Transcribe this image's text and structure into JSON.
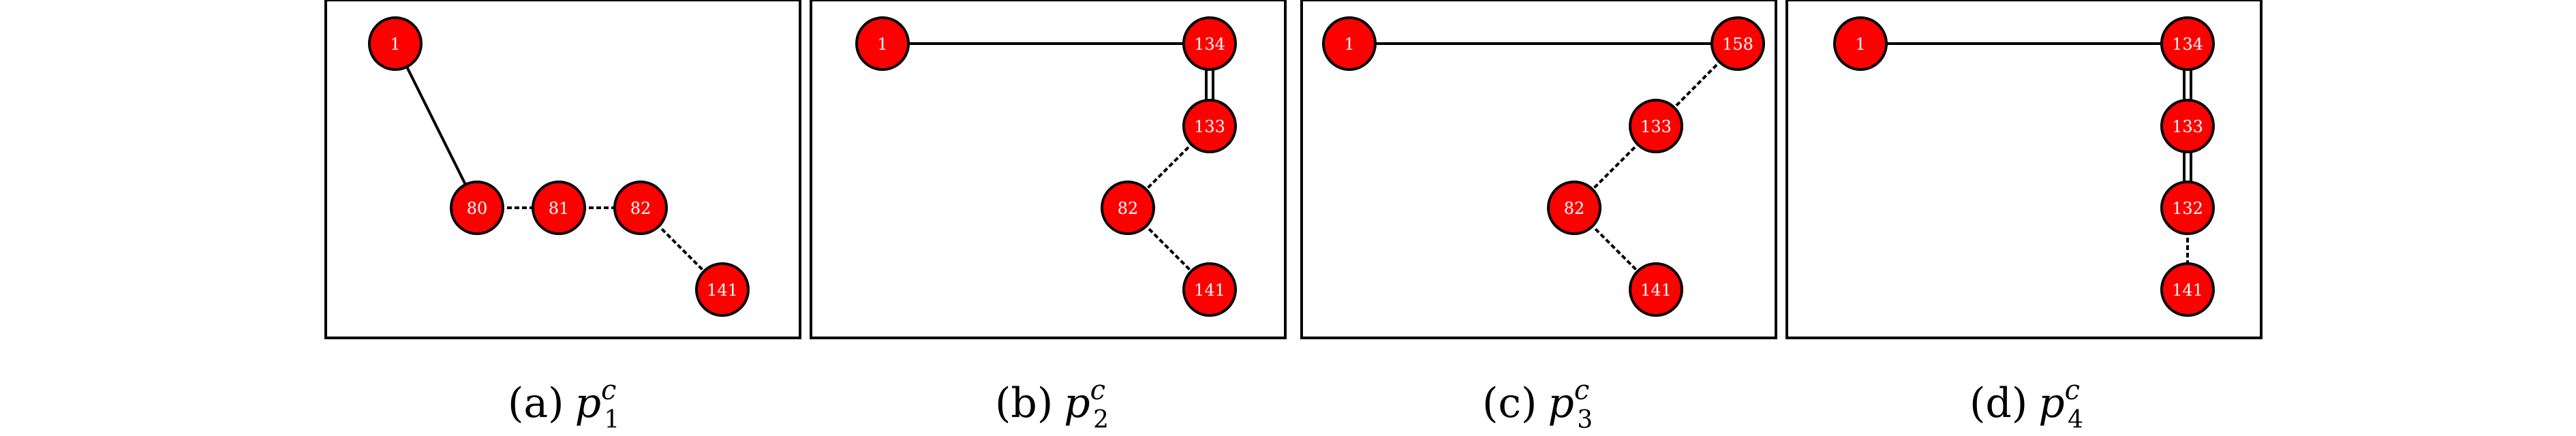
{
  "node_fill": "#ff0000",
  "node_stroke": "#000000",
  "edge_color": "#000000",
  "panels": [
    {
      "caption": {
        "prefix": "(a)",
        "var": "p",
        "sup": "c",
        "sub": "1"
      },
      "nodes": [
        {
          "id": "n1",
          "label": "1"
        },
        {
          "id": "n80",
          "label": "80"
        },
        {
          "id": "n81",
          "label": "81"
        },
        {
          "id": "n82",
          "label": "82"
        },
        {
          "id": "n141",
          "label": "141"
        }
      ],
      "edges": [
        {
          "from": "n1",
          "to": "n80",
          "style": "solid"
        },
        {
          "from": "n80",
          "to": "n81",
          "style": "dashed"
        },
        {
          "from": "n81",
          "to": "n82",
          "style": "dashed"
        },
        {
          "from": "n82",
          "to": "n141",
          "style": "dashed"
        }
      ]
    },
    {
      "caption": {
        "prefix": "(b)",
        "var": "p",
        "sup": "c",
        "sub": "2"
      },
      "nodes": [
        {
          "id": "n1",
          "label": "1"
        },
        {
          "id": "n134",
          "label": "134"
        },
        {
          "id": "n133",
          "label": "133"
        },
        {
          "id": "n82",
          "label": "82"
        },
        {
          "id": "n141",
          "label": "141"
        }
      ],
      "edges": [
        {
          "from": "n1",
          "to": "n134",
          "style": "solid"
        },
        {
          "from": "n134",
          "to": "n133",
          "style": "double"
        },
        {
          "from": "n133",
          "to": "n82",
          "style": "dashed"
        },
        {
          "from": "n82",
          "to": "n141",
          "style": "dashed"
        }
      ]
    },
    {
      "caption": {
        "prefix": "(c)",
        "var": "p",
        "sup": "c",
        "sub": "3"
      },
      "nodes": [
        {
          "id": "n1",
          "label": "1"
        },
        {
          "id": "n158",
          "label": "158"
        },
        {
          "id": "n133",
          "label": "133"
        },
        {
          "id": "n82",
          "label": "82"
        },
        {
          "id": "n141",
          "label": "141"
        }
      ],
      "edges": [
        {
          "from": "n1",
          "to": "n158",
          "style": "solid"
        },
        {
          "from": "n158",
          "to": "n133",
          "style": "dashed"
        },
        {
          "from": "n133",
          "to": "n82",
          "style": "dashed"
        },
        {
          "from": "n82",
          "to": "n141",
          "style": "dashed"
        }
      ]
    },
    {
      "caption": {
        "prefix": "(d)",
        "var": "p",
        "sup": "c",
        "sub": "4"
      },
      "nodes": [
        {
          "id": "n1",
          "label": "1"
        },
        {
          "id": "n134",
          "label": "134"
        },
        {
          "id": "n133",
          "label": "133"
        },
        {
          "id": "n132",
          "label": "132"
        },
        {
          "id": "n141",
          "label": "141"
        }
      ],
      "edges": [
        {
          "from": "n1",
          "to": "n134",
          "style": "solid"
        },
        {
          "from": "n134",
          "to": "n133",
          "style": "double"
        },
        {
          "from": "n133",
          "to": "n132",
          "style": "double"
        },
        {
          "from": "n132",
          "to": "n141",
          "style": "dashed"
        }
      ]
    }
  ]
}
